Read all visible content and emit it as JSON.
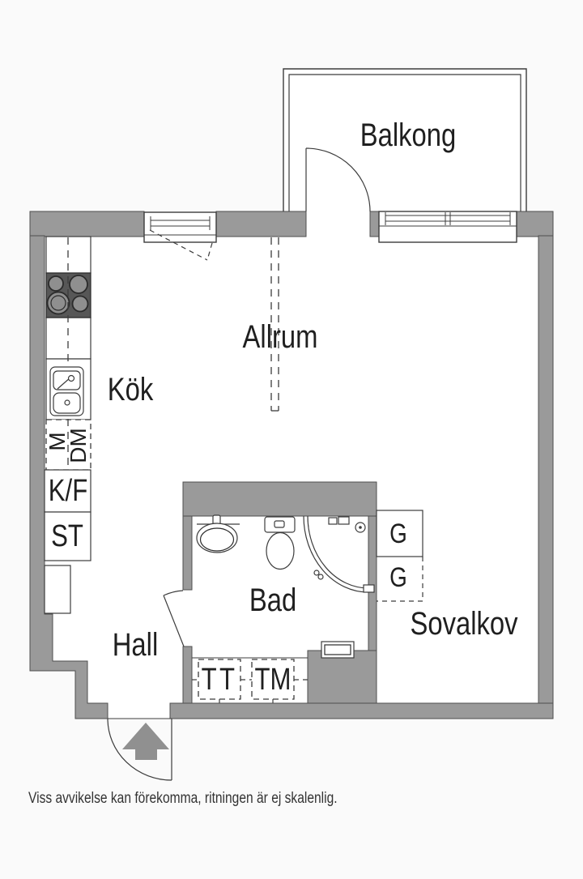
{
  "plan": {
    "title_note": "Floor plan of a studio apartment",
    "rooms": {
      "balkong": "Balkong",
      "allrum": "Allrum",
      "kok": "Kök",
      "bad": "Bad",
      "hall": "Hall",
      "sovalkov": "Sovalkov"
    },
    "fixtures": {
      "m": "M",
      "dm": "DM",
      "kf": "K/F",
      "st": "ST",
      "g_upper": "G",
      "g_lower": "G",
      "tt": "TT",
      "tm": "TM"
    },
    "disclaimer": "Viss avvikelse kan förekomma, ritningen är ej skalenlig.",
    "colors": {
      "bg": "#fafafa",
      "room": "#ffffff",
      "wall": "#9a9a9a",
      "wall_outline": "#4f4f4f",
      "line": "#3c3c3c",
      "stove": "#575757",
      "burner": "#8f8f8f",
      "arrow": "#909090",
      "text": "#1f1f1f"
    }
  }
}
